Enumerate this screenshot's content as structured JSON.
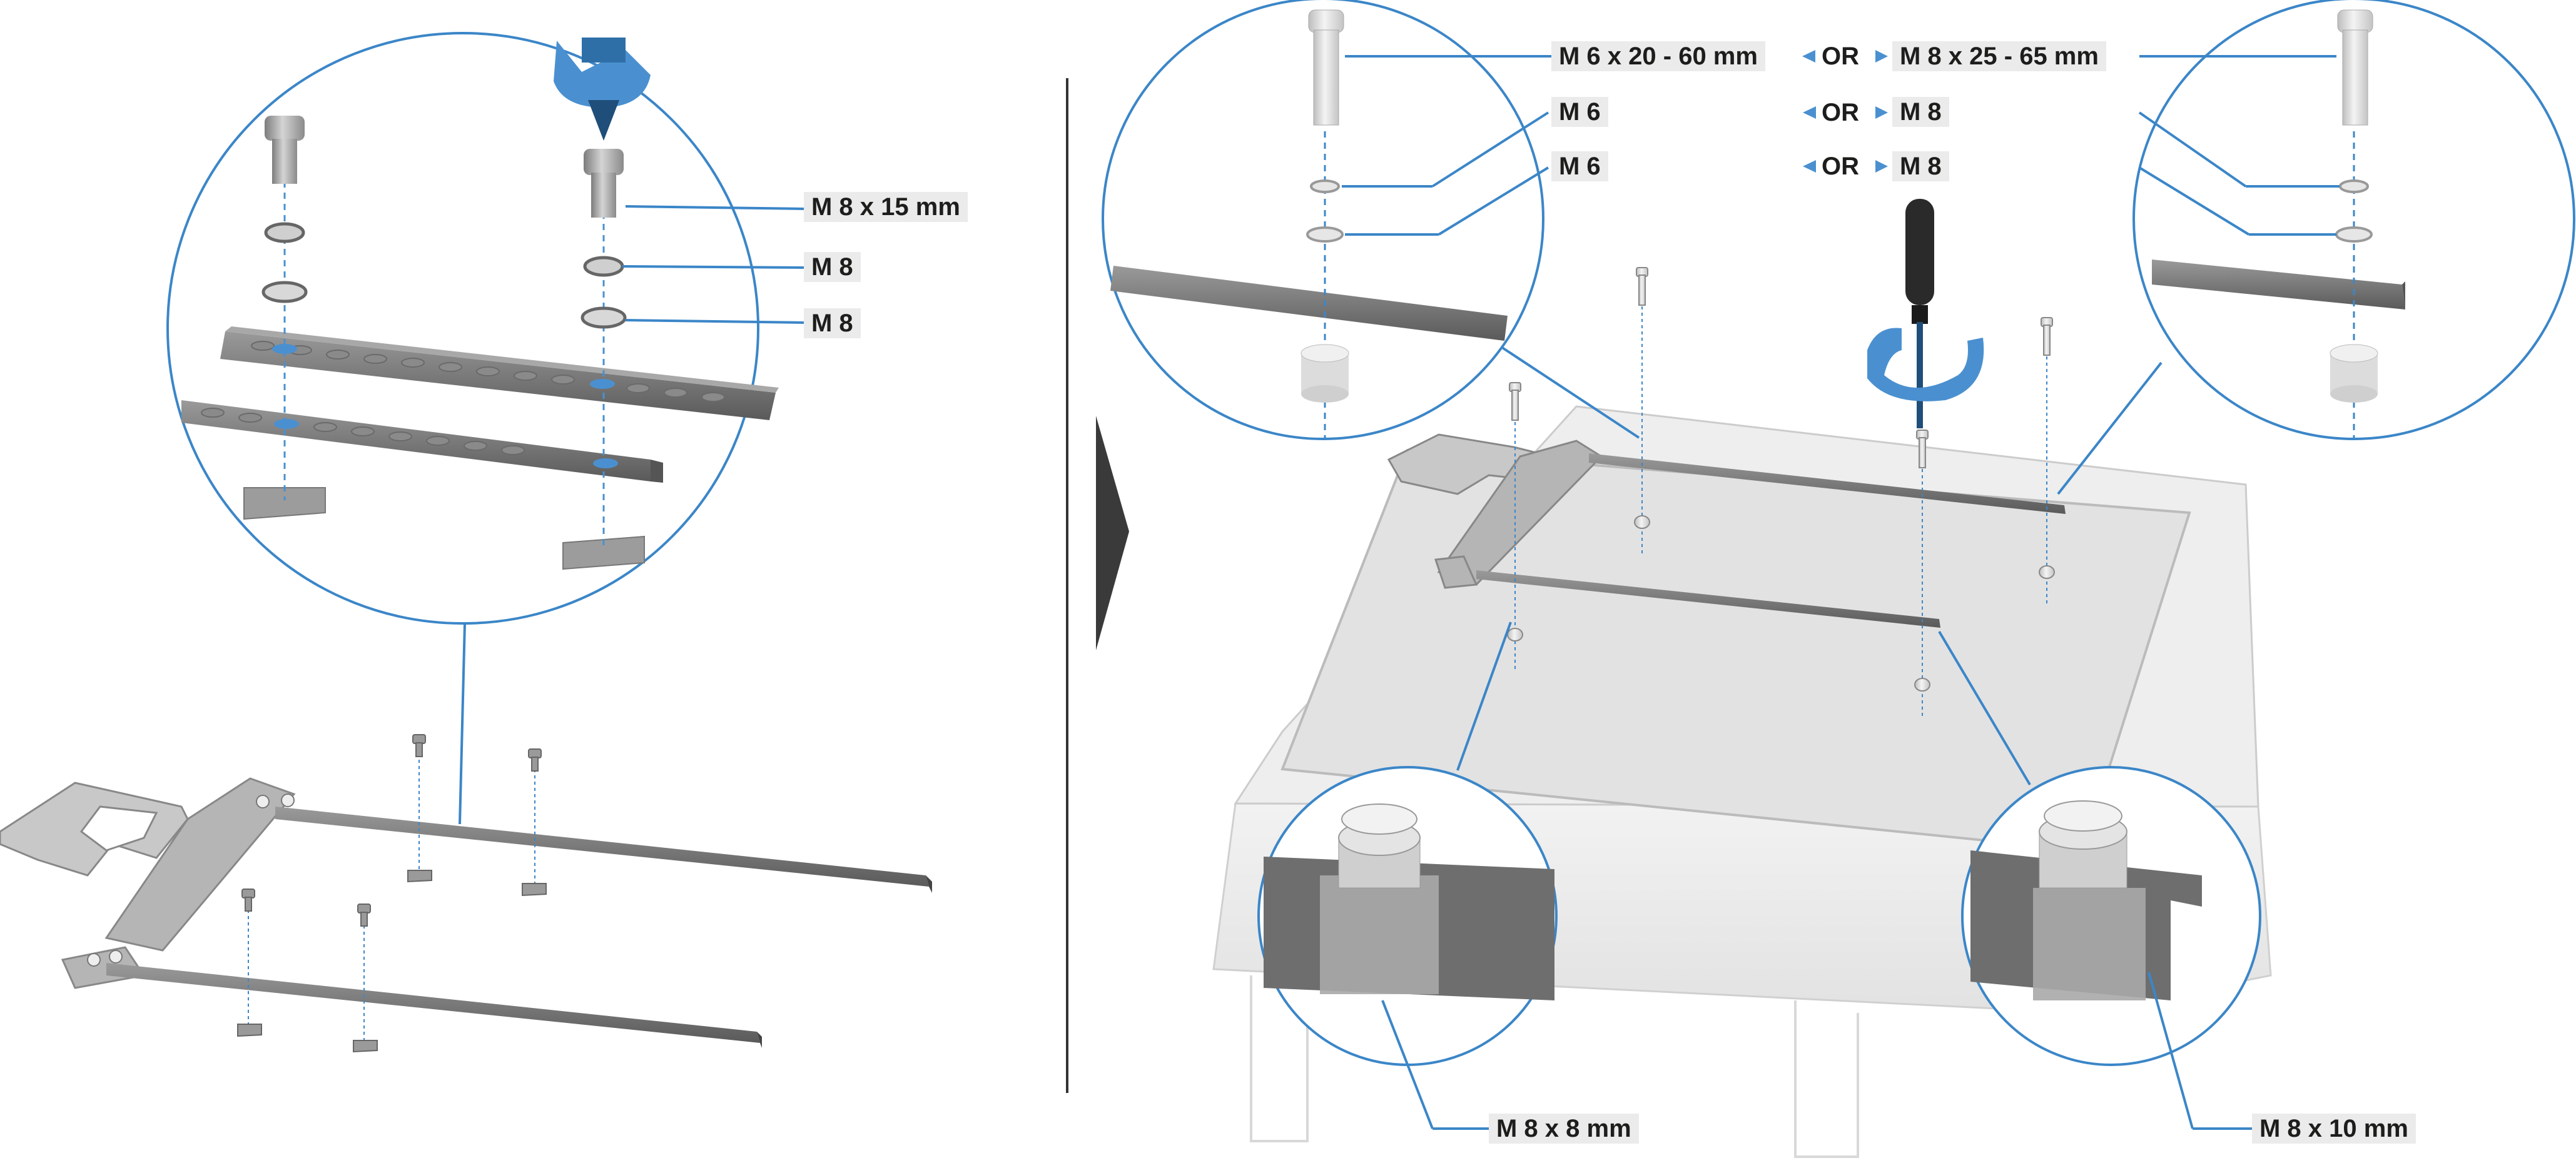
{
  "labels": {
    "left_bolt": "M 8 x 15 mm",
    "left_washer_1": "M 8",
    "left_washer_2": "M 8",
    "right_bolt_a": "M 6 x 20 - 60 mm",
    "right_bolt_b": "M 8 x 25 - 65 mm",
    "right_washer_a1": "M 6",
    "right_washer_b1": "M 8",
    "right_washer_a2": "M 6",
    "right_washer_b2": "M 8",
    "or_word": "OR",
    "spacer_left": "M 8 x  8 mm",
    "spacer_right": "M 8 x  10 mm"
  },
  "colors": {
    "callout_blue": "#3b86c8",
    "accent_blue": "#4a90d0",
    "rail_dark": "#6e6e6e",
    "label_bg": "#ebebeb",
    "divider": "#333333"
  },
  "icons": [
    "rotate-arrow-icon",
    "screwdriver-icon",
    "next-step-arrow-icon"
  ]
}
